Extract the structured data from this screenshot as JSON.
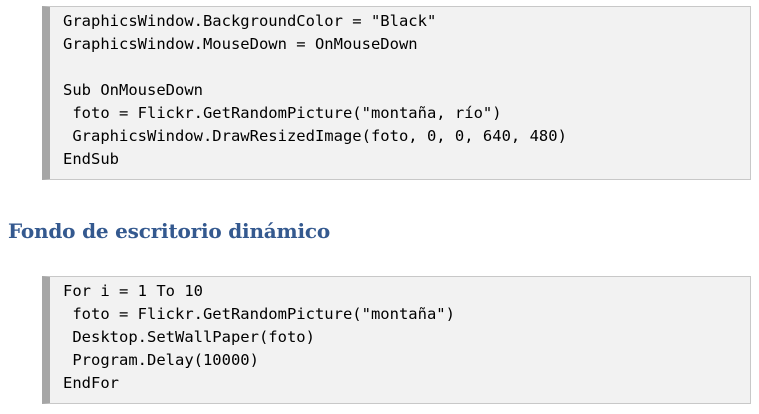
{
  "code_block_1": {
    "lines": [
      "GraphicsWindow.BackgroundColor = \"Black\"",
      "GraphicsWindow.MouseDown = OnMouseDown",
      "",
      "Sub OnMouseDown",
      " foto = Flickr.GetRandomPicture(\"montaña, río\")",
      " GraphicsWindow.DrawResizedImage(foto, 0, 0, 640, 480)",
      "EndSub"
    ]
  },
  "section_heading": "Fondo de escritorio dinámico",
  "code_block_2": {
    "lines": [
      "For i = 1 To 10",
      " foto = Flickr.GetRandomPicture(\"montaña\")",
      " Desktop.SetWallPaper(foto)",
      " Program.Delay(10000)",
      "EndFor"
    ]
  },
  "colors": {
    "heading": "#34598f",
    "code_background": "#f2f2f2",
    "code_border_left": "#a6a6a6"
  }
}
